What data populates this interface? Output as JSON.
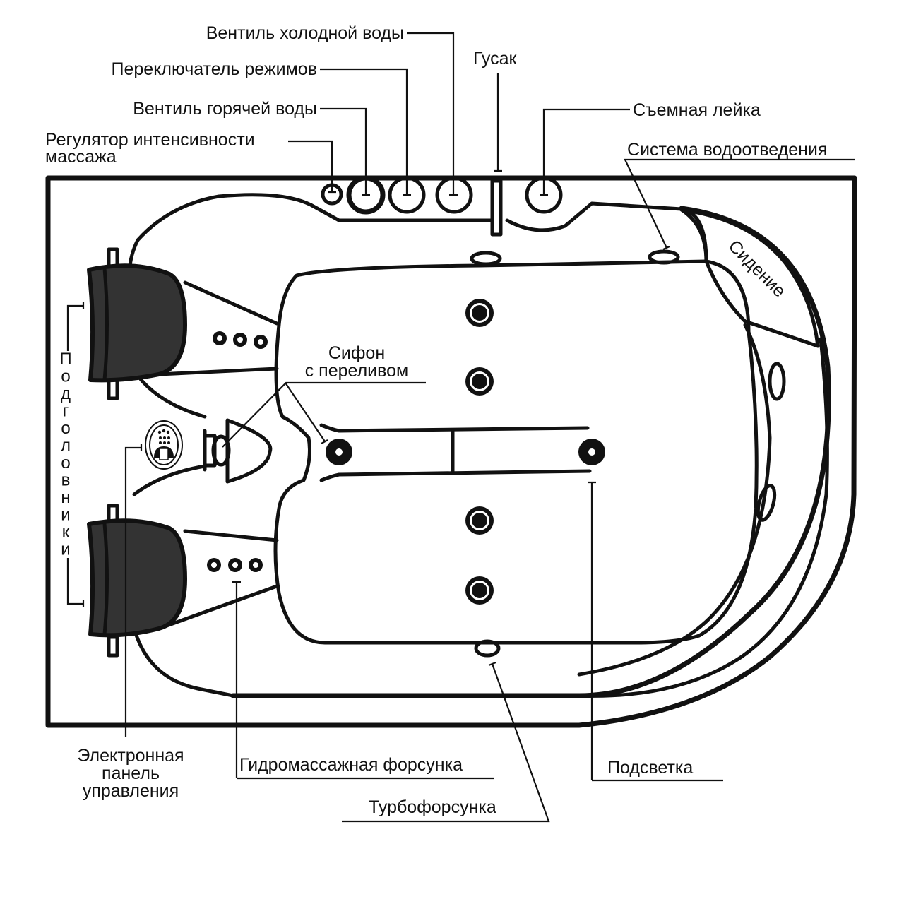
{
  "title": "Схема гидромассажной ванны",
  "labels": {
    "cold_valve": "Вентиль холодной воды",
    "mode_switch": "Переключатель режимов",
    "hot_valve": "Вентиль горячей воды",
    "massage_regulator_line1": "Регулятор интенсивности",
    "massage_regulator_line2": "массажа",
    "spout": "Гусак",
    "hand_shower": "Съемная лейка",
    "drain_system": "Система водоотведения",
    "seat": "Сидение",
    "siphon_line1": "Сифон",
    "siphon_line2": "с переливом",
    "headrests_letters": [
      "П",
      "о",
      "д",
      "г",
      "о",
      "л",
      "о",
      "в",
      "н",
      "и",
      "к",
      "и"
    ],
    "control_panel_line1": "Электронная",
    "control_panel_line2": "панель",
    "control_panel_line3": "управления",
    "hydro_jet": "Гидромассажная форсунка",
    "turbo_jet": "Турбофорсунка",
    "lighting": "Подсветка"
  },
  "counts": {
    "side_jets_per_headrest": 3,
    "floor_turbo_jets": 4,
    "wall_lights": 2,
    "back_jets": 2
  },
  "colors": {
    "line": "#111111",
    "pillow": "#333333",
    "background": "#ffffff"
  }
}
